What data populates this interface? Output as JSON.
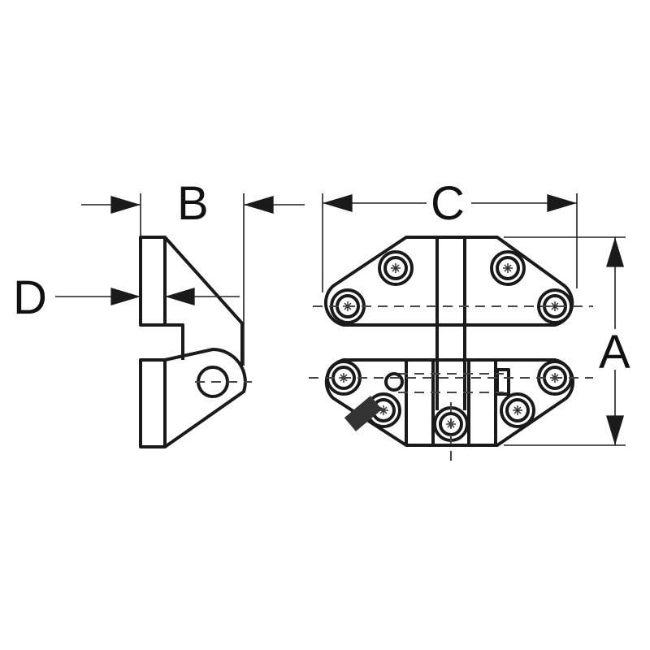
{
  "labels": {
    "a": "A",
    "b": "B",
    "c": "C",
    "d": "D"
  },
  "colors": {
    "line": "#1a1a1a",
    "background": "#ffffff"
  },
  "views": [
    "side-view",
    "front-view"
  ]
}
